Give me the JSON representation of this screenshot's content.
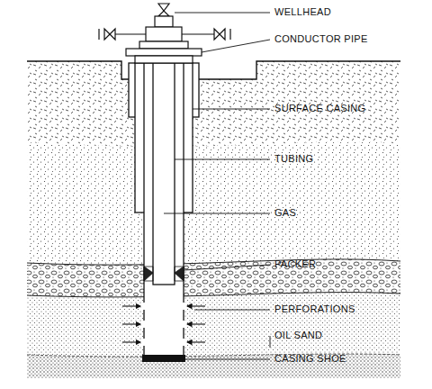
{
  "diagram": {
    "labels": [
      "WELLHEAD",
      "CONDUCTOR PIPE",
      "SURFACE CASING",
      "TUBING",
      "GAS",
      "PACKER",
      "PERFORATIONS",
      "OIL SAND",
      "CASING SHOE"
    ]
  }
}
